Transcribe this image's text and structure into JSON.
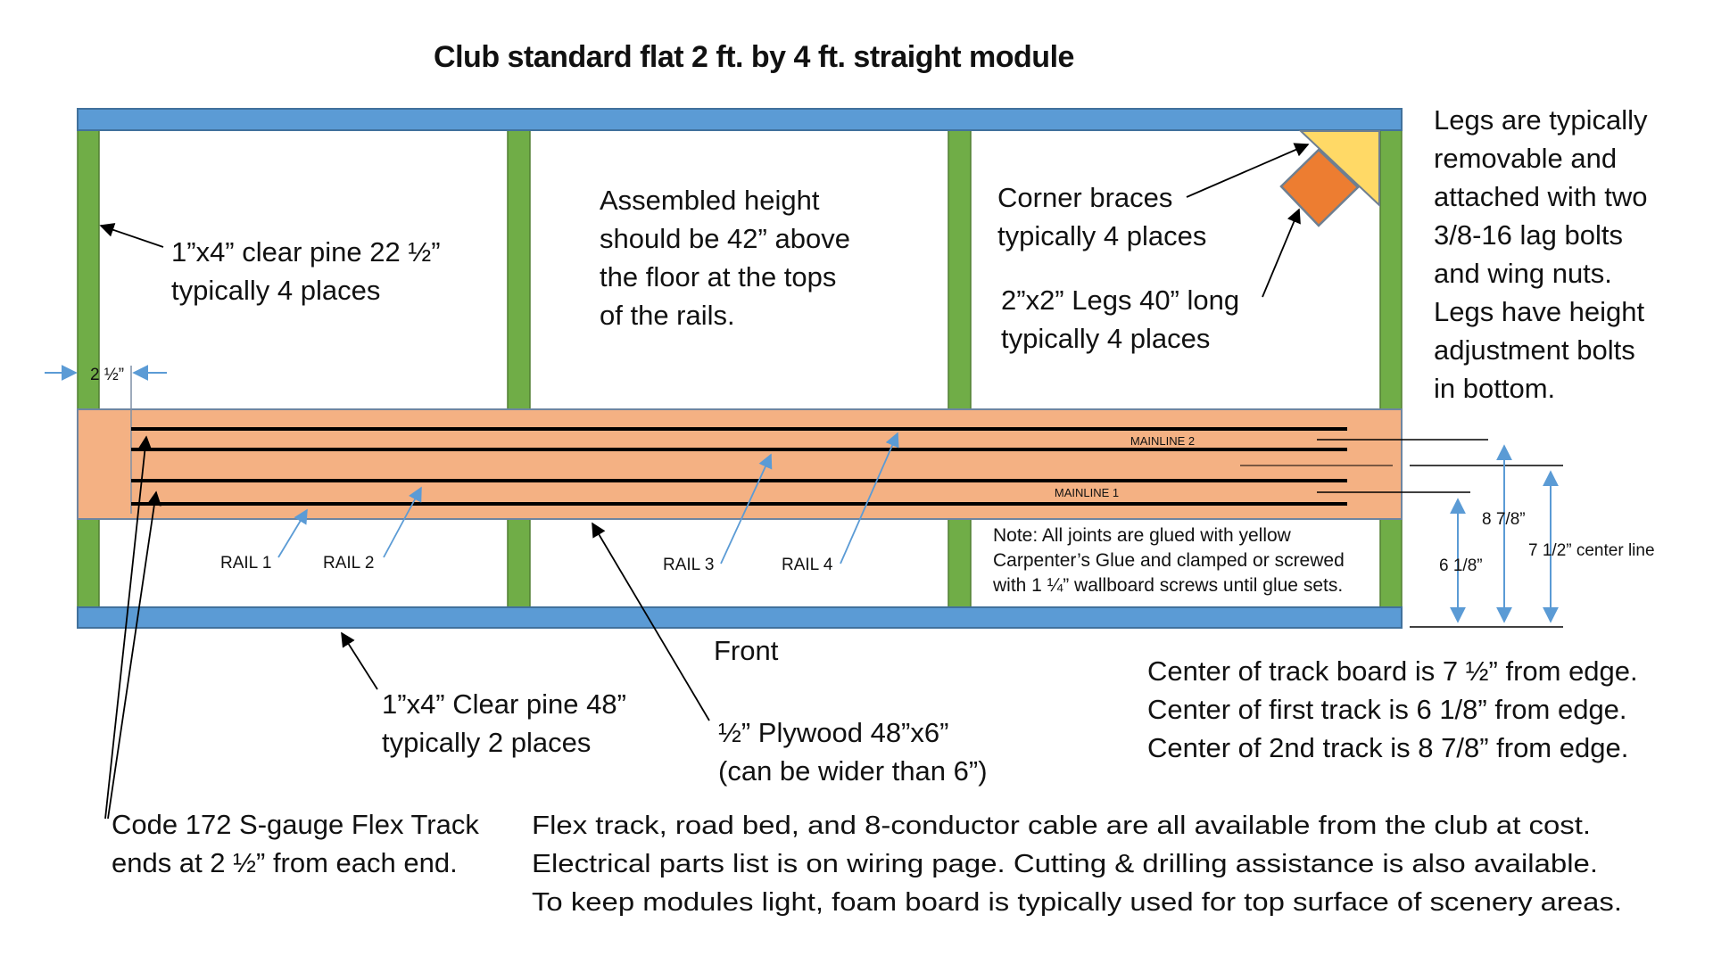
{
  "title": "Club standard flat 2 ft. by 4 ft. straight module",
  "colors": {
    "beam": "#5B9BD5",
    "post": "#70AD47",
    "track_board": "#F4B183",
    "corner_brace": "#FFD966",
    "leg": "#ED7D31",
    "rail_pointer": "#5B9BD5"
  },
  "labels": {
    "end_rail": [
      "1”x4” clear pine 22 ½”",
      "typically 4 places"
    ],
    "assembled_height": [
      "Assembled height",
      "should be 42” above",
      "the floor at the tops",
      "of the rails."
    ],
    "corner_braces": [
      "Corner braces",
      "typically 4 places"
    ],
    "legs": [
      "2”x2” Legs 40” long",
      "typically 4 places"
    ],
    "legs_note": [
      "Legs are typically",
      "removable and",
      "attached with two",
      "3/8-16 lag bolts",
      "and wing nuts.",
      "Legs have height",
      "adjustment bolts",
      "in bottom."
    ],
    "track_end_offset": "2 ½”",
    "mainline_2": "MAINLINE 2",
    "mainline_1": "MAINLINE 1",
    "rails": [
      "RAIL 1",
      "RAIL 2",
      "RAIL 3",
      "RAIL 4"
    ],
    "glue_note": [
      "Note: All joints are glued with yellow",
      "Carpenter’s Glue and clamped or screwed",
      "with 1 ¼” wallboard screws until glue sets."
    ],
    "front": "Front",
    "side_rail": [
      "1”x4” Clear pine 48”",
      "typically 2 places"
    ],
    "plywood": [
      "½” Plywood 48”x6”",
      "(can be wider than 6”)"
    ],
    "flex_track": [
      "Code 172 S-gauge Flex Track",
      "ends at 2 ½” from each end."
    ],
    "dimensions": {
      "first_track": "6 1/8”",
      "second_track": "8 7/8”",
      "center_line": "7 1/2” center line"
    },
    "centers": [
      "Center of track board is 7 ½” from edge.",
      "Center of first track is 6 1/8” from edge.",
      "Center of 2nd track is 8 7/8” from edge."
    ],
    "footer": [
      "Flex track, road bed, and 8-conductor cable are all available from the club at cost.",
      "Electrical parts list is on wiring page.  Cutting & drilling assistance is also available.",
      "To keep modules light, foam board is typically used for top surface of scenery areas."
    ]
  }
}
